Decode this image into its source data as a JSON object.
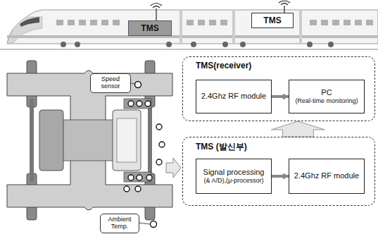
{
  "diagram": {
    "nodes": [
      {
        "text": [
          "TMS"
        ]
      },
      {
        "text": [
          "TMS"
        ]
      },
      {
        "text": [
          "TMS(receiver)"
        ]
      },
      {
        "text": [
          "2.4Ghz RF module"
        ],
        "in": 2
      },
      {
        "text": [
          "PC",
          "(Real-time monitoring)"
        ],
        "in": 2
      },
      {
        "text": [
          "TMS (발신부)"
        ]
      },
      {
        "text": [
          "Signal processing",
          "(& A/D),(μ-processor)"
        ],
        "in": 5
      },
      {
        "text": [
          "2.4Ghz RF module"
        ],
        "in": 5
      },
      {
        "text": [
          "Speed sensor"
        ]
      },
      {
        "text": [
          "Ambient Temp."
        ]
      }
    ],
    "edges": [
      {
        "from": 3,
        "to": 4,
        "arrow": "to"
      },
      {
        "from": 6,
        "to": 7,
        "arrow": "to"
      },
      {
        "from": 5,
        "to": 2,
        "arrow": "to"
      }
    ]
  }
}
